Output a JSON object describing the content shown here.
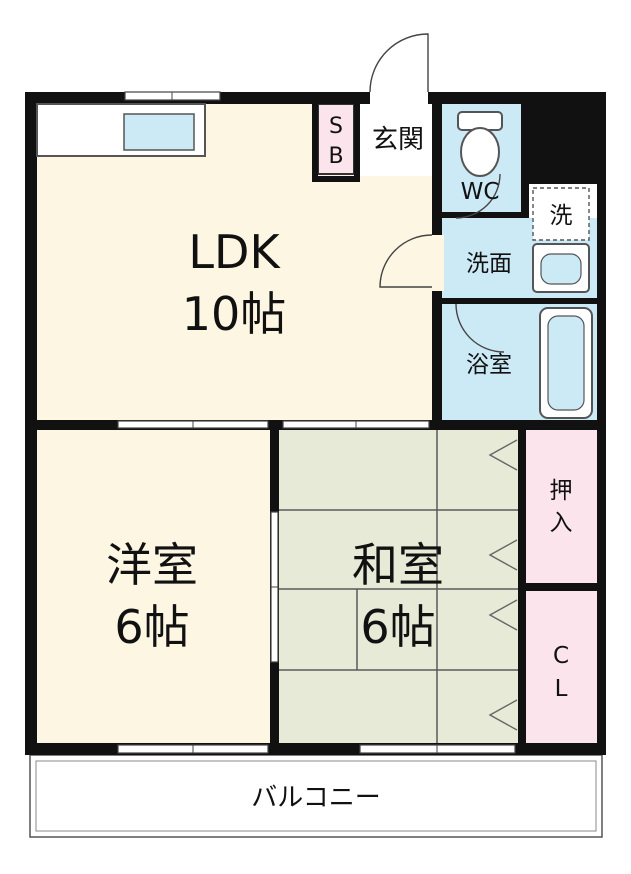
{
  "rooms": {
    "ldk_name": "LDK",
    "ldk_size": "10帖",
    "western_name": "洋室",
    "western_size": "6帖",
    "japanese_name": "和室",
    "japanese_size": "6帖",
    "entrance": "玄関",
    "shoe_box_top": "S",
    "shoe_box_bottom": "B",
    "toilet": "WC",
    "washroom": "洗面",
    "laundry": "洗",
    "bath": "浴室",
    "oshiire_top": "押",
    "oshiire_bottom": "入",
    "closet_top": "C",
    "closet_bottom": "L",
    "balcony": "バルコニー"
  },
  "colors": {
    "ldk_floor": "#fdf6e3",
    "western_floor": "#fdf6e3",
    "tatami": "#e6ead6",
    "wet_area": "#cce9f6",
    "storage": "#fbe4ec",
    "entrance_floor": "#ffffff",
    "wall": "#111111"
  }
}
